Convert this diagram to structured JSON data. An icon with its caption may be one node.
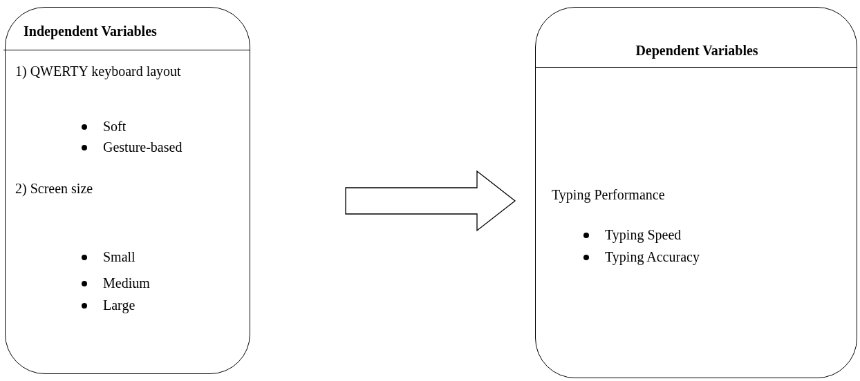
{
  "diagram": {
    "nodes": [
      {
        "text": [
          "Independent Variables",
          "1) QWERTY keyboard layout",
          "Soft",
          "Gesture-based",
          "2) Screen size",
          "Small",
          "Medium",
          "Large"
        ]
      },
      {
        "text": [
          "Dependent Variables",
          "Typing Performance",
          "Typing Speed",
          "Typing Accuracy"
        ]
      }
    ],
    "edges": [
      {
        "from": 0,
        "to": 1,
        "arrow": "to"
      }
    ]
  }
}
